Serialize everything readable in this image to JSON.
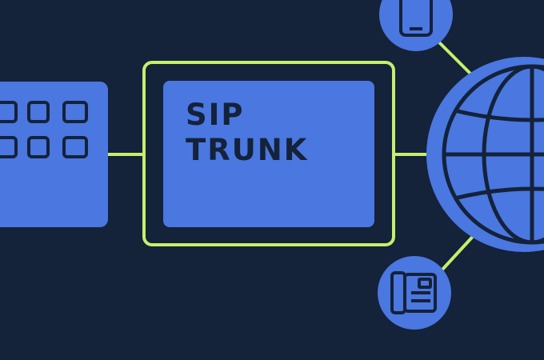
{
  "diagram": {
    "title_line1": "SIP",
    "title_line2": "TRUNK",
    "nodes": [
      {
        "id": "pbx",
        "icon": "keypad-icon"
      },
      {
        "id": "sip-trunk",
        "icon": "sip-trunk-box"
      },
      {
        "id": "internet",
        "icon": "globe-icon"
      },
      {
        "id": "mobile",
        "icon": "mobile-phone-icon"
      },
      {
        "id": "desk-phone",
        "icon": "desk-phone-icon"
      }
    ],
    "colors": {
      "background": "#14223a",
      "node_fill": "#4a77e0",
      "connector": "#c4f06a",
      "icon_stroke": "#14223a"
    }
  }
}
